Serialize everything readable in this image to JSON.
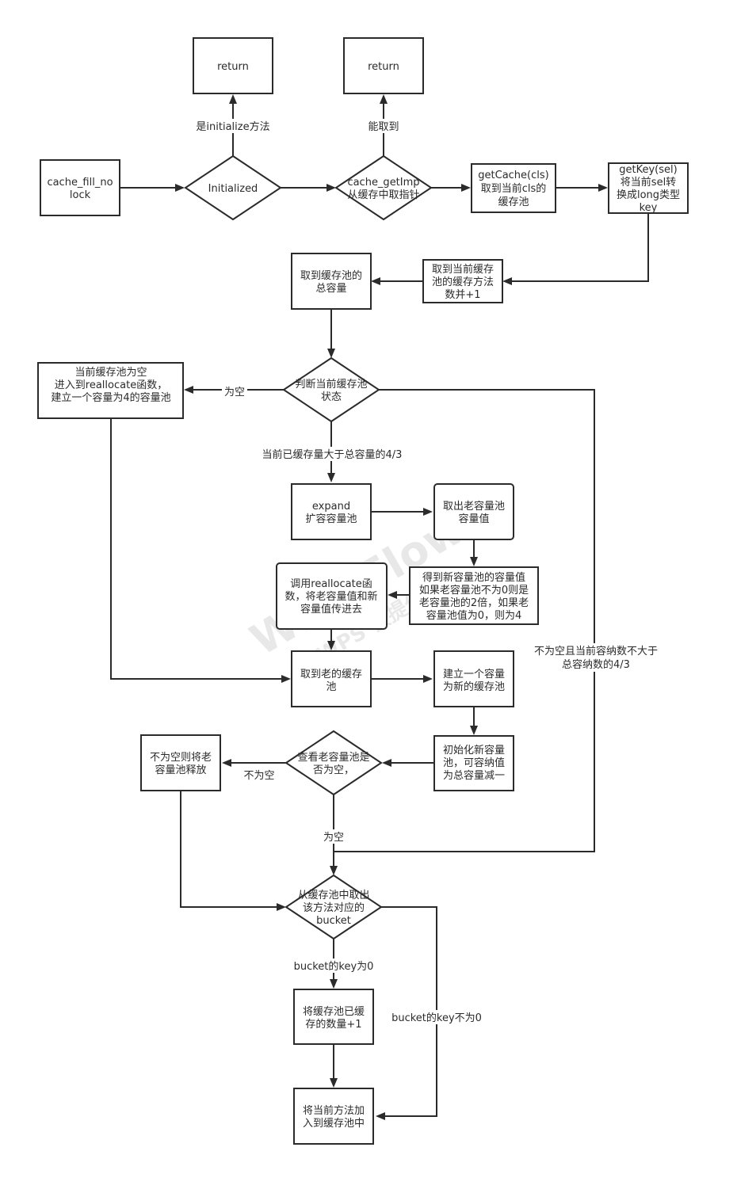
{
  "watermark": {
    "main": "WPS Flow",
    "sub": "WPS 仅提供作图"
  },
  "nodes": {
    "return_1": [
      "return"
    ],
    "return_2": [
      "return"
    ],
    "cache_fill_nolock": [
      "cache_fill_no",
      "lock"
    ],
    "initialized": [
      "Initialized"
    ],
    "cache_getimp": [
      "cache_getImp",
      "从缓存中取指针"
    ],
    "getcache": [
      "getCache(cls)",
      "取到当前cls的",
      "缓存池"
    ],
    "getkey": [
      "getKey(sel)",
      "将当前sel转",
      "换成long类型",
      "key"
    ],
    "get_method_count": [
      "取到当前缓存",
      "池的缓存方法",
      "数并+1"
    ],
    "get_capacity": [
      "取到缓存池的",
      "总容量"
    ],
    "judge_state": [
      "判断当前缓存池",
      "状态"
    ],
    "empty_realloc": [
      "当前缓存池为空",
      "进入到reallocate函数，",
      "建立一个容量为4的容量池"
    ],
    "expand": [
      "expand",
      "扩容容量池"
    ],
    "old_capacity": [
      "取出老容量池",
      "容量值"
    ],
    "new_capacity": [
      "得到新容量池的容量值",
      "如果老容量池不为0则是",
      "老容量池的2倍，如果老",
      "容量池值为0，则为4"
    ],
    "call_realloc": [
      "调用reallocate函",
      "数，将老容量值和新",
      "容量值传进去"
    ],
    "old_pool": [
      "取到老的缓存",
      "池"
    ],
    "new_pool": [
      "建立一个容量",
      "为新的缓存池"
    ],
    "init_new_pool": [
      "初始化新容量",
      "池，可容纳值",
      "为总容量减一"
    ],
    "check_old_empty": [
      "查看老容量池是",
      "否为空，"
    ],
    "release_old": [
      "不为空则将老",
      "容量池释放"
    ],
    "get_bucket": [
      "从缓存池中取出",
      "该方法对应的",
      "bucket"
    ],
    "count_plus": [
      "将缓存池已缓",
      "存的数量+1"
    ],
    "add_method": [
      "将当前方法加",
      "入到缓存池中"
    ]
  },
  "edges": {
    "is_initialize": "是initialize方法",
    "can_get": "能取到",
    "is_empty_1": "为空",
    "over_capacity": "当前已缓存量大于总容量的4/3",
    "not_empty_within": [
      "不为空且当前容纳数不大于",
      "总容纳数的4/3"
    ],
    "not_empty": "不为空",
    "is_empty_2": "为空",
    "bucket_key_zero": "bucket的key为0",
    "bucket_key_nonzero": "bucket的key不为0"
  }
}
